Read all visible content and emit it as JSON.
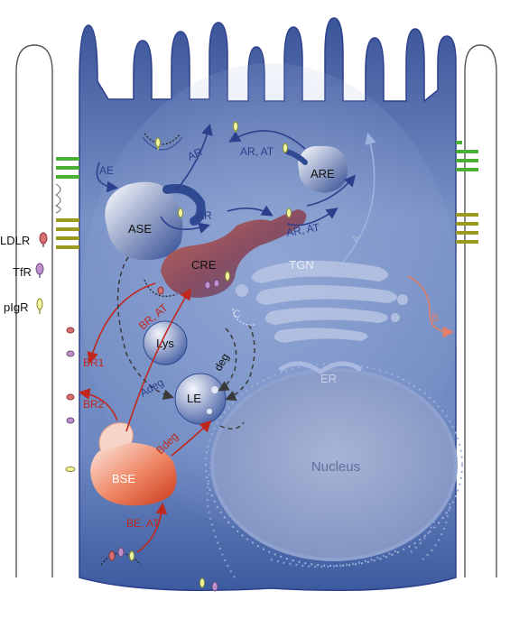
{
  "legend": {
    "ldlr": "LDLR",
    "tfr": "TfR",
    "pigr": "pIgR"
  },
  "compartments": {
    "ase": "ASE",
    "are": "ARE",
    "cre": "CRE",
    "tgn": "TGN",
    "lys": "Lys",
    "le": "LE",
    "er": "ER",
    "bse": "BSE",
    "nucleus": "Nucleus"
  },
  "pathways": {
    "ae": "AE",
    "ar_top": "AR",
    "ar_at_top": "AR, AT",
    "ar_mid": "AR",
    "ar_at_mid": "AR, AT",
    "a": "A",
    "b": "B",
    "c": "C",
    "br_at": "BR, AT",
    "br1": "BR1",
    "br2": "BR2",
    "adeg": "Adeg",
    "bdeg": "Bdeg",
    "deg": "deg",
    "be_at": "BE, AT"
  },
  "colors": {
    "cytoplasm": "#5f7fbd",
    "membrane": "#2c3f8c",
    "apical_pathway": "#2c3f8c",
    "basolateral_pathway": "#c0281e",
    "tight_junction": "#4caf35",
    "adherens_junction": "#9a9a1e",
    "ldlr": "#d87070",
    "tfr": "#c090cc",
    "pigr": "#c8cc5a"
  }
}
